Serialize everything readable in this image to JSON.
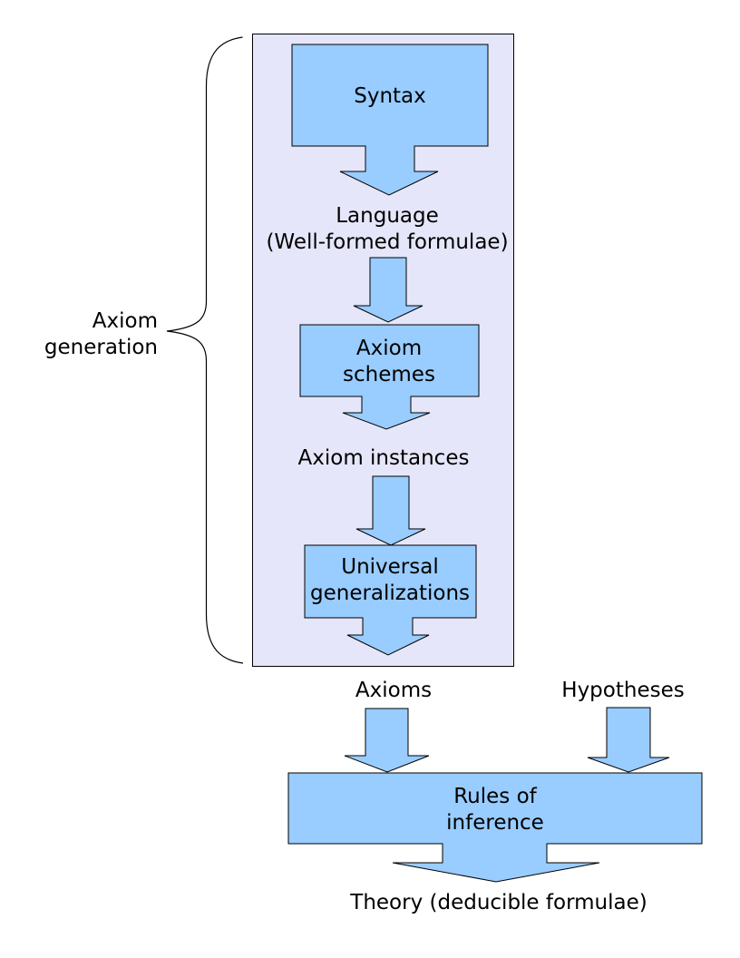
{
  "colors": {
    "node_fill": "#99ccff",
    "panel_fill": "#e6e6fa",
    "outline": "#000000",
    "text": "#000000",
    "page_background": "#ffffff"
  },
  "brace_label": {
    "lines": [
      "Axiom",
      "generation"
    ]
  },
  "nodes": {
    "syntax": {
      "label": "Syntax"
    },
    "language": {
      "lines": [
        "Language",
        "(Well-formed formulae)"
      ]
    },
    "axiom_schemes": {
      "lines": [
        "Axiom",
        "schemes"
      ]
    },
    "axiom_instances": {
      "label": "Axiom instances"
    },
    "universal_generalizations": {
      "lines": [
        "Universal",
        "generalizations"
      ]
    },
    "axioms": {
      "label": "Axioms"
    },
    "hypotheses": {
      "label": "Hypotheses"
    },
    "rules_of_inference": {
      "lines": [
        "Rules of",
        "inference"
      ]
    },
    "theory": {
      "label": "Theory (deducible formulae)"
    }
  }
}
